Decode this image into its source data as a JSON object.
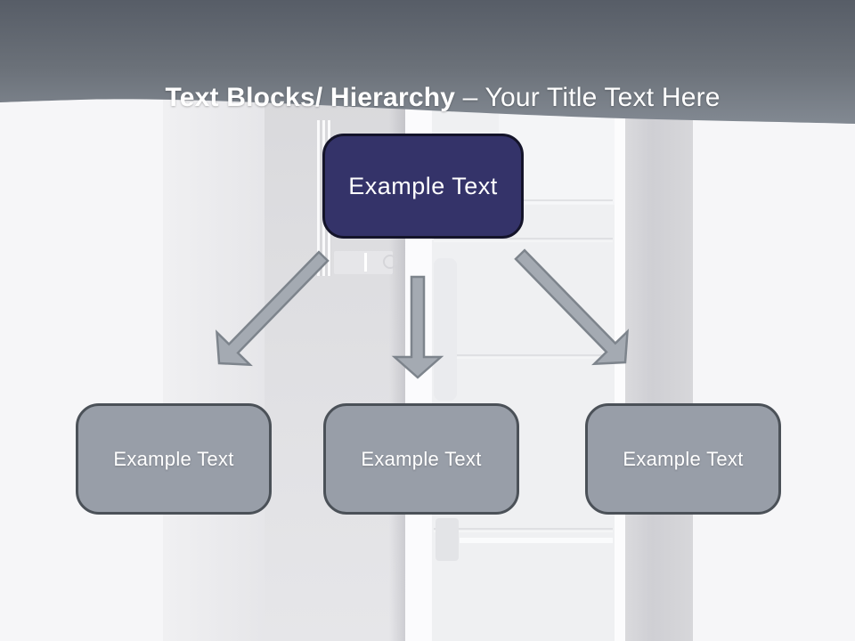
{
  "slide": {
    "title": {
      "bold": "Text Blocks/ Hierarchy",
      "regular": " – Your Title Text Here"
    },
    "diagram": {
      "root": {
        "label": "Example Text"
      },
      "children": [
        {
          "label": "Example Text"
        },
        {
          "label": "Example Text"
        },
        {
          "label": "Example Text"
        }
      ],
      "arrows": [
        "down-left",
        "down",
        "down-right"
      ]
    },
    "colors": {
      "header_gradient_top": "#5a606a",
      "header_gradient_bottom": "#828992",
      "root_fill": "#343369",
      "root_border": "#14142a",
      "child_fill": "#989ea8",
      "child_border": "#4b5158",
      "arrow_fill": "#a4aab2",
      "arrow_stroke": "#7d848c",
      "title_text": "#ffffff",
      "box_text": "#ffffff"
    }
  }
}
